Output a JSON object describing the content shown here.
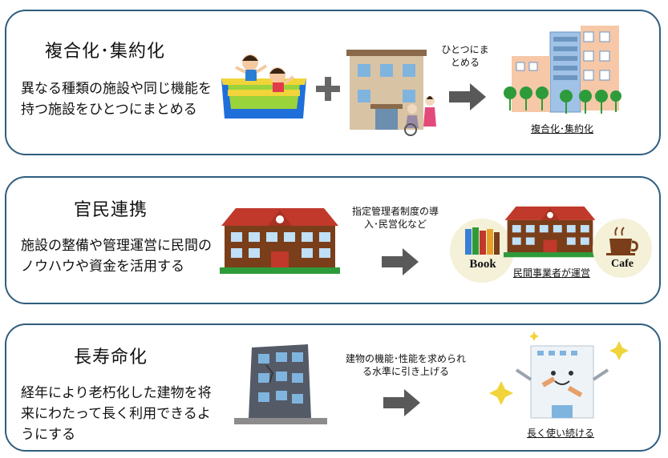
{
  "sections": [
    {
      "title": "複合化･集約化",
      "description": "異なる種類の施設や同じ機能を持つ施設をひとつにまとめる",
      "process_note": "ひとつにまとめる",
      "result_label": "複合化･集約化"
    },
    {
      "title": "官民連携",
      "description": "施設の整備や管理運営に民間のノウハウや資金を活用する",
      "process_note": "指定管理者制度の導入･民営化など",
      "result_label": "民間事業者が運営",
      "badge_left": "Book",
      "badge_right": "Cafe"
    },
    {
      "title": "長寿命化",
      "description": "経年により老朽化した建物を将来にわたって長く利用できるようにする",
      "process_note": "建物の機能･性能を求められる水準に引き上げる",
      "result_label": "長く使い続ける"
    }
  ],
  "colors": {
    "panel_border": "#2f5d7f",
    "arrow": "#595959",
    "school_roof": "#c0392b",
    "school_wall": "#7a3e1a",
    "tree": "#2e9b3a",
    "pool": "#1e6fd9"
  }
}
